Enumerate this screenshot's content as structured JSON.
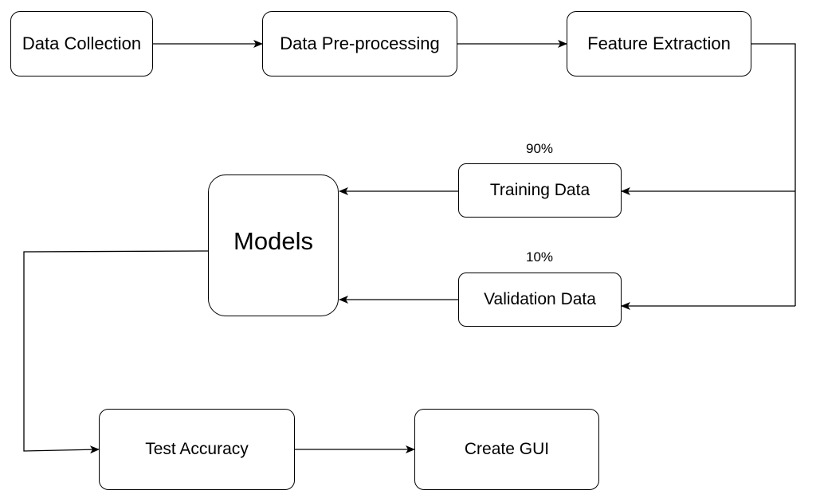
{
  "nodes": {
    "data_collection": "Data Collection",
    "data_preprocessing": "Data Pre-processing",
    "feature_extraction": "Feature Extraction",
    "training_data": "Training Data",
    "validation_data": "Validation Data",
    "models": "Models",
    "test_accuracy": "Test Accuracy",
    "create_gui": "Create GUI"
  },
  "edge_labels": {
    "training_split": "90%",
    "validation_split": "10%"
  },
  "colors": {
    "stroke": "#000000",
    "background": "#ffffff"
  }
}
